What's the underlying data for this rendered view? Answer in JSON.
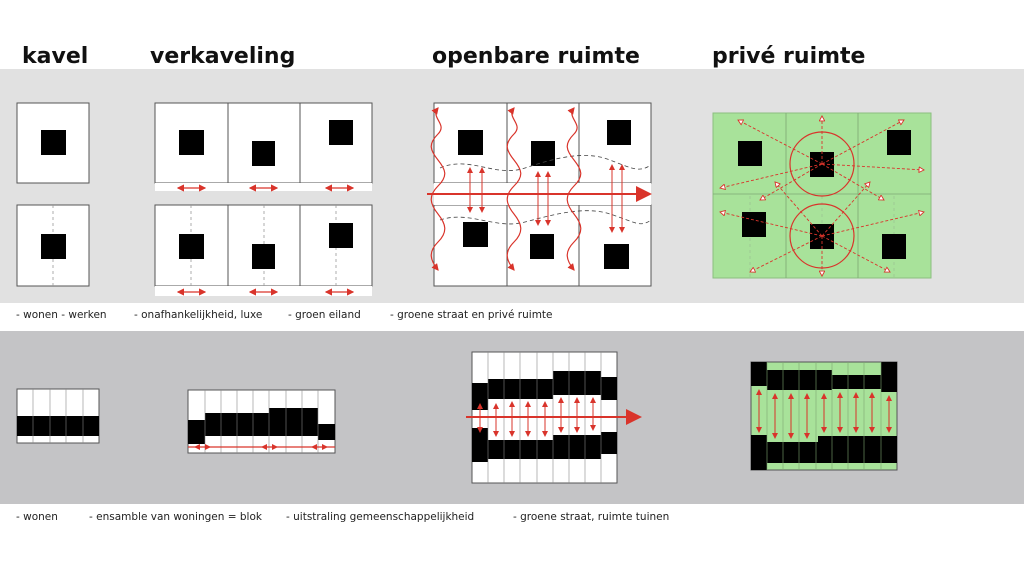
{
  "headings": {
    "kavel": "kavel",
    "verkaveling": "verkaveling",
    "openbare_ruimte": "openbare ruimte",
    "prive_ruimte": "privé ruimte"
  },
  "captions_top": {
    "c1": "- wonen - werken",
    "c2": "- onafhankelijkheid, luxe",
    "c3": "- groen eiland",
    "c4": "- groene straat en privé ruimte"
  },
  "captions_bottom": {
    "c1": "- wonen",
    "c2": "- ensamble van woningen = blok",
    "c3": "- uitstraling gemeenschappelijkheid",
    "c4": "- groene straat, ruimte tuinen"
  },
  "colors": {
    "band_top": "#e1e1e1",
    "band_bottom": "#c4c4c6",
    "arrow": "#d9342b",
    "green": "#a8e29a",
    "building": "#000000"
  }
}
